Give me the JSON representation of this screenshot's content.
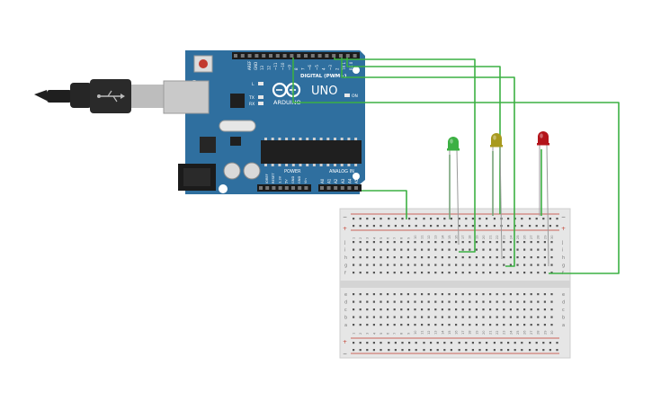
{
  "canvas": {
    "background": "#ffffff"
  },
  "arduino": {
    "model_text": "UNO",
    "brand_text": "ARDUINO",
    "digital_label": "DIGITAL (PWM~)",
    "power_label": "POWER",
    "analog_label": "ANALOG IN",
    "tx_label": "TX",
    "rx_label": "RX",
    "l_label": "L",
    "on_label": "ON",
    "aref_label": "AREF",
    "gnd_label": "GND",
    "digital_pin_labels": [
      "13",
      "12",
      "~11",
      "~10",
      "~9",
      "8",
      "7",
      "~6",
      "~5",
      "4",
      "~3",
      "2",
      "TX 1",
      "RX 0"
    ],
    "power_pin_labels": [
      "IOREF",
      "RESET",
      "3.3V",
      "5V",
      "GND",
      "GND",
      "Vin"
    ],
    "analog_pin_labels": [
      "A0",
      "A1",
      "A2",
      "A3",
      "A4",
      "A5"
    ],
    "board_color": "#2f6f9f",
    "chip_color": "#1f1f1f"
  },
  "usb_cable": {
    "name": "usb-cable",
    "color": "#222222"
  },
  "leds": [
    {
      "name": "led-green",
      "color": "#3cb043"
    },
    {
      "name": "led-yellow",
      "color": "#a89a1e"
    },
    {
      "name": "led-red",
      "color": "#b3141b"
    }
  ],
  "breadboard": {
    "column_numbers": [
      "1",
      "2",
      "3",
      "4",
      "5",
      "6",
      "7",
      "8",
      "9",
      "10",
      "11",
      "12",
      "13",
      "14",
      "15",
      "16",
      "17",
      "18",
      "19",
      "20",
      "21",
      "22",
      "23",
      "24",
      "25",
      "26",
      "27",
      "28",
      "29",
      "30"
    ],
    "row_letters_top": [
      "j",
      "i",
      "h",
      "g",
      "f"
    ],
    "row_letters_bottom": [
      "e",
      "d",
      "c",
      "b",
      "a"
    ],
    "rail_plus": "+",
    "rail_minus": "−"
  },
  "wire_color": "#3cb043"
}
